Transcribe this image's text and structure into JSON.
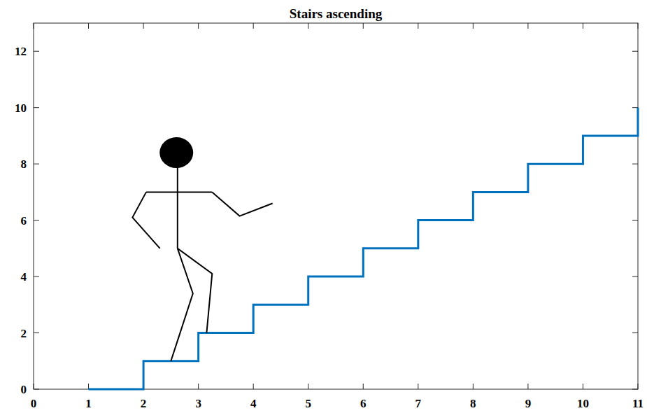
{
  "diagram": {
    "title": "Stairs ascending",
    "labels": [
      "0",
      "1",
      "2",
      "3",
      "4",
      "5",
      "6",
      "7",
      "8",
      "9",
      "10",
      "11",
      "0",
      "2",
      "4",
      "6",
      "8",
      "10",
      "12"
    ]
  }
}
